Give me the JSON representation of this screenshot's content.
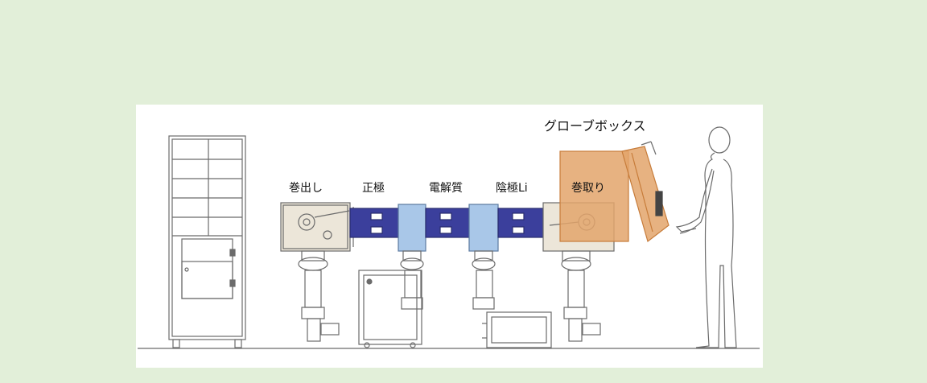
{
  "diagram": {
    "labels": {
      "unwind": "巻出し",
      "cathode": "正極",
      "electrolyte": "電解質",
      "anode_li": "陰極Li",
      "rewind": "巻取り",
      "glovebox": "グローブボックス"
    },
    "colors": {
      "background": "#e2efd9",
      "panel": "#ffffff",
      "line_art": "#6b6b6b",
      "chamber_fill": "#ece6d9",
      "deposition_chamber": "#a9c7e8",
      "transfer_tube": "#3b3f9c",
      "glovebox": "#e3a46b"
    }
  }
}
